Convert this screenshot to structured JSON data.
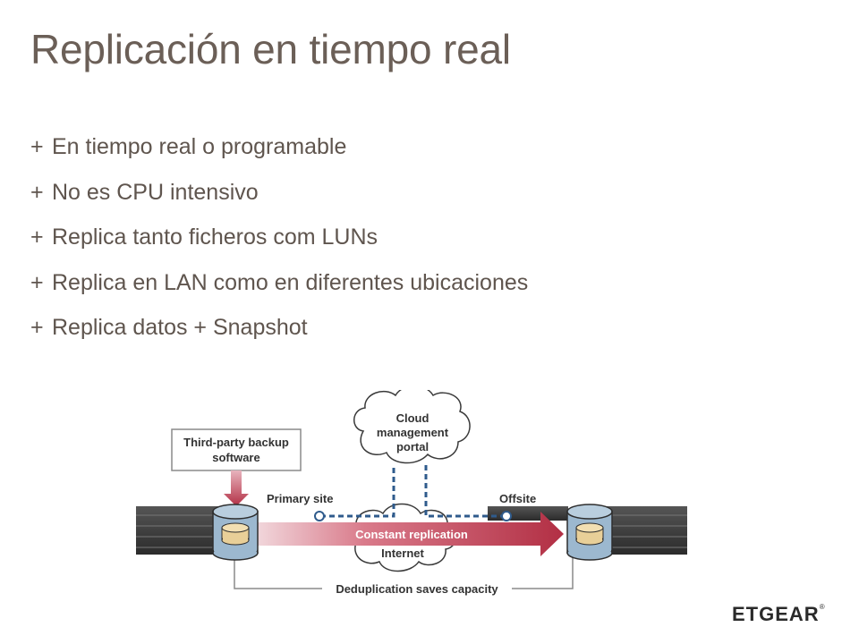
{
  "slide": {
    "title": "Replicación en tiempo real",
    "bullet_mark": "+",
    "bullets": [
      "En tiempo real o programable",
      "No es CPU intensivo",
      "Replica tanto ficheros com LUNs",
      "Replica en LAN como en diferentes  ubicaciones",
      "Replica datos + Snapshot"
    ]
  },
  "diagram": {
    "backup_box": [
      "Third-party backup",
      "software"
    ],
    "cloud_label": [
      "Cloud",
      "management",
      "portal"
    ],
    "primary_label": "Primary site",
    "offsite_label": "Offsite",
    "arrow_label": "Constant replication",
    "internet_label": "Internet",
    "dedup_label": "Deduplication saves capacity"
  },
  "logo": {
    "text": "ETGEAR",
    "mark": "®"
  },
  "colors": {
    "title": "#6b5f57",
    "arrow": "#b8354a",
    "dashed": "#2f5b8c",
    "cylinder": "#9cb8cf"
  }
}
